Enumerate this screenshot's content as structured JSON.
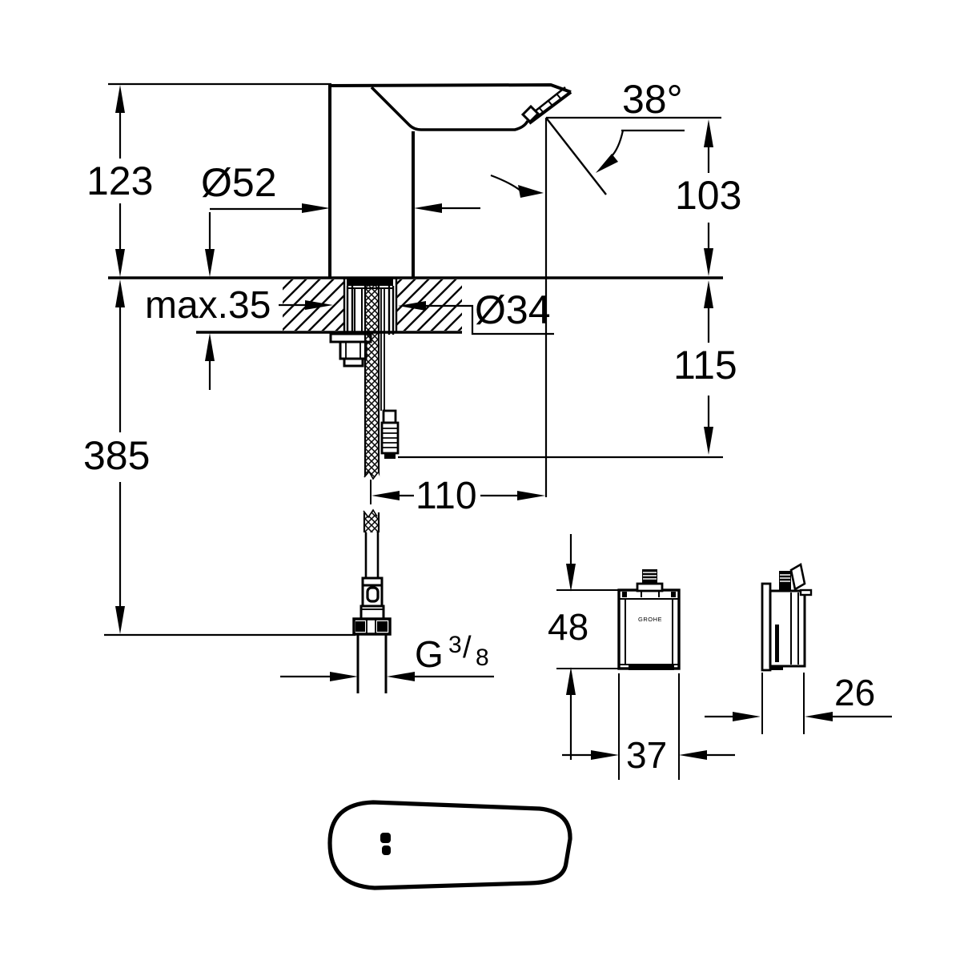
{
  "colors": {
    "ink": "#000000",
    "paper": "#ffffff"
  },
  "dims": {
    "height_above_deck": "123",
    "body_diameter": "Ø52",
    "spout_angle": "38°",
    "outlet_height": "103",
    "deck_thickness_max": "max.35",
    "hole_diameter": "Ø34",
    "below_deck_depth": "115",
    "overall_height": "385",
    "spout_reach": "110",
    "supply_box_height": "48",
    "supply_box_width": "37",
    "supply_box_depth": "26",
    "thread": {
      "prefix": "G",
      "numerator": "3",
      "slash": "/",
      "denominator": "8"
    }
  },
  "labels": {
    "control_box_brand": "GROHE"
  }
}
